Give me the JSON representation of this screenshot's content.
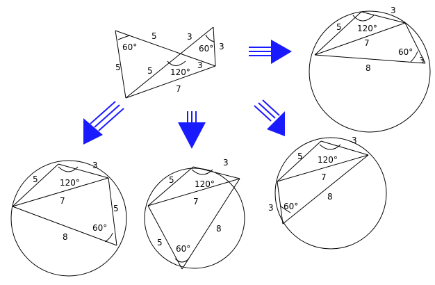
{
  "colors": {
    "arrow": "#1a1aff",
    "line": "#000000",
    "background": "#ffffff"
  },
  "top_figure": {
    "labels": {
      "a60": "60°",
      "b60": "60°",
      "a120": "120°",
      "s5a": "5",
      "s5b": "5",
      "s5c": "5",
      "s3a": "3",
      "s3b": "3",
      "s3c": "3",
      "s7": "7"
    }
  },
  "circle_right": {
    "labels": {
      "s5": "5",
      "s3a": "3",
      "a120": "120°",
      "s7": "7",
      "a60": "60°",
      "s3b": "3",
      "s8": "8"
    }
  },
  "circle_left": {
    "labels": {
      "s5a": "5",
      "s3": "3",
      "a120": "120°",
      "s7": "7",
      "s5b": "5",
      "s8": "8",
      "a60": "60°"
    }
  },
  "circle_mid": {
    "labels": {
      "s5a": "5",
      "s3": "3",
      "a120": "120°",
      "s7": "7",
      "s8": "8",
      "s5b": "5",
      "a60": "60°"
    }
  },
  "circle_br": {
    "labels": {
      "s5": "5",
      "s3a": "3",
      "a120": "120°",
      "s7": "7",
      "s8": "8",
      "s3b": "3",
      "a60": "60°"
    }
  },
  "arrows": [
    {
      "name": "arrow-right",
      "direction": "right"
    },
    {
      "name": "arrow-down-left",
      "direction": "down-left"
    },
    {
      "name": "arrow-down",
      "direction": "down"
    },
    {
      "name": "arrow-down-right",
      "direction": "down-right"
    }
  ]
}
